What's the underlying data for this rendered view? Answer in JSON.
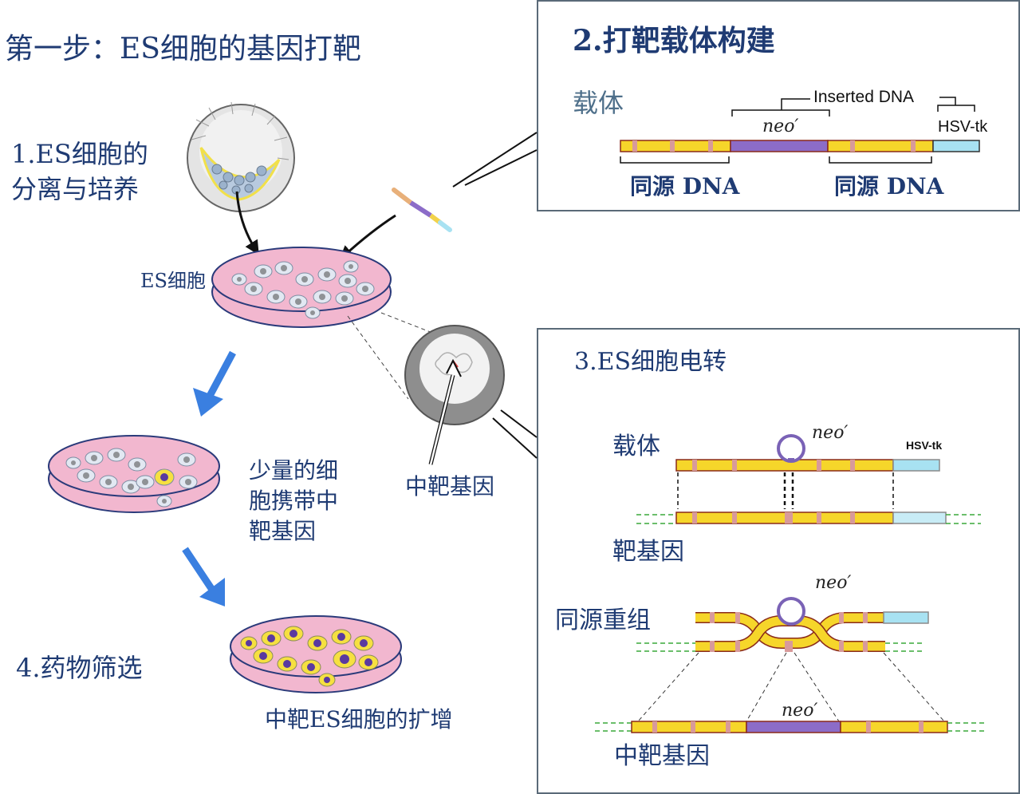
{
  "title": "第一步：ES细胞的基因打靶",
  "step1": {
    "line1": "1.ES细胞的",
    "line2": "分离与培养"
  },
  "label_es_cells": "ES细胞",
  "caption_few": {
    "line1": "少量的细",
    "line2": "胞携带中",
    "line3": "靶基因"
  },
  "label_targeted_gene": "中靶基因",
  "step4": "4.药物筛选",
  "caption_expand": "中靶ES细胞的扩增",
  "panel2": {
    "title": "2.打靶载体构建",
    "vector": "载体",
    "inserted_dna": "Inserted  DNA",
    "neo": "neo′",
    "hsv": "HSV-tk",
    "homology_left": "同源 DNA",
    "homology_right": "同源 DNA"
  },
  "panel3": {
    "title": "3.ES细胞电转",
    "vector": "载体",
    "neo": "neo′",
    "hsv": "HSV-tk",
    "target_gene": "靶基因",
    "homologous_recomb": "同源重组",
    "neo2": "neo′",
    "neo3": "neo′",
    "targeted_gene": "中靶基因"
  },
  "colors": {
    "yellow": "#f6d62a",
    "purple": "#8c6cc8",
    "cyan": "#a8e2f2",
    "pink": "#f2b7cf",
    "arrow_blue": "#3a7fe0",
    "text_blue": "#1f3b73"
  }
}
